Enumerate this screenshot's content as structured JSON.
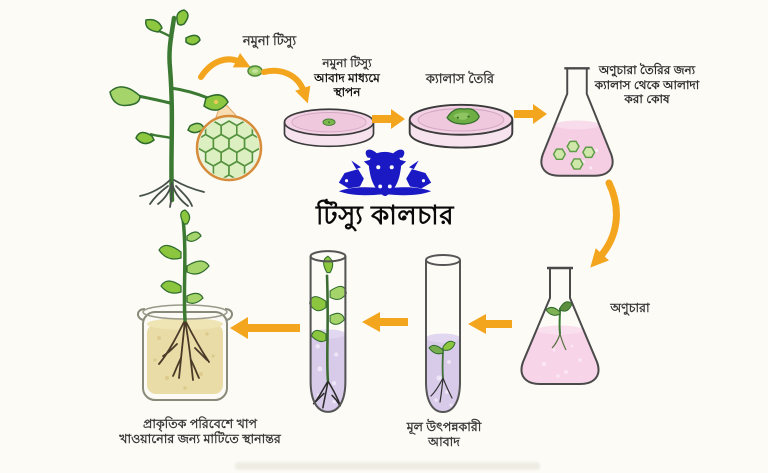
{
  "title": "টিস্যু কালচার",
  "labels": {
    "sample_tissue": "নমুনা টিস্যু",
    "placement_l1": "নমুনা টিস্যু",
    "placement_l2": "আবাদ মাধ্যমে",
    "placement_l3": "স্থাপন",
    "callus": "ক্যালাস তৈরি",
    "separate_l1": "অণুচারা তৈরির জন্য",
    "separate_l2": "ক্যালাস থেকে আলাদা",
    "separate_l3": "করা কোষ",
    "plantlet": "অণুচারা",
    "root_culture_l1": "মূল উৎপন্নকারী",
    "root_culture_l2": "আবাদ",
    "transfer_l1": "প্রাকৃতিক পরিবেশে খাপ",
    "transfer_l2": "খাওয়ানোর জন্য মাটিতে স্থানান্তর"
  },
  "colors": {
    "background": "#FCFBF6",
    "arrow_orange": "#F4A51E",
    "petri_pink": "#F2D2E4",
    "flask_pink": "#F5CEE3",
    "tube_purple": "#D8CBEA",
    "jar_tan": "#E9DCA6",
    "leaf_green": "#8CC63F",
    "cell_green": "#CFE7A9",
    "logo_blue": "#1A19C4",
    "text_dark": "#111111"
  }
}
